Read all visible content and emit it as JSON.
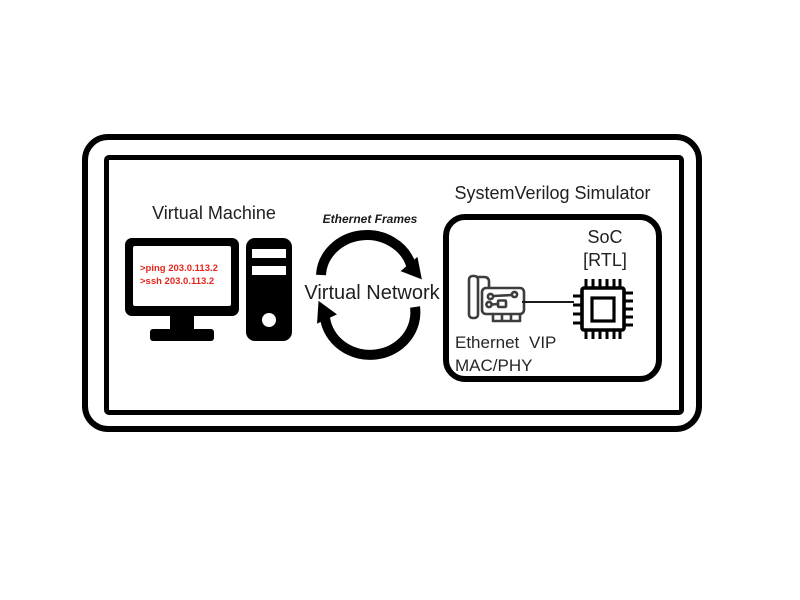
{
  "vm": {
    "title": "Virtual Machine",
    "terminal": {
      "line1": ">ping 203.0.113.2",
      "line2": ">ssh 203.0.113.2"
    }
  },
  "network": {
    "frames_label": "Ethernet Frames",
    "title": "Virtual Network"
  },
  "simulator": {
    "title": "SystemVerilog Simulator",
    "soc": {
      "line1": "SoC",
      "line2": "[RTL]"
    },
    "vip": {
      "line1": "Ethernet VIP",
      "line2": "MAC/PHY"
    }
  },
  "colors": {
    "ink": "#000000",
    "label_text": "#212121",
    "terminal_red": "#e8251d",
    "nic_gray": "#3d3d3d"
  },
  "icons": [
    "desktop-computer-icon",
    "cycle-arrows-icon",
    "network-card-icon",
    "chip-icon"
  ]
}
